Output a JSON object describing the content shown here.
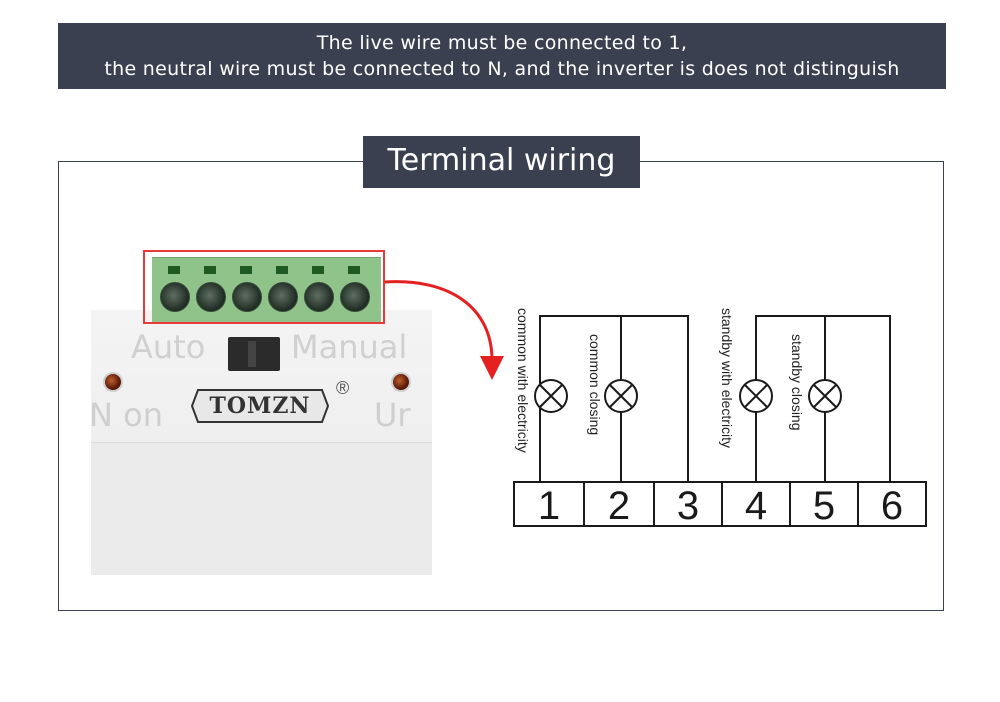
{
  "banner": {
    "line1": "The live wire must be connected to 1,",
    "line2": "the neutral wire must be connected to N, and the inverter is does not distinguish"
  },
  "section_title": "Terminal wiring",
  "device": {
    "mode_left": "Auto",
    "mode_right": "Manual",
    "side_left": "N on",
    "side_right": "Ur",
    "brand": "TOMZN",
    "registered_mark": "®"
  },
  "wiring": {
    "terminals": [
      "1",
      "2",
      "3",
      "4",
      "5",
      "6"
    ],
    "labels": {
      "common_with_electricity": "common with electricity",
      "common_closing": "common closing",
      "standby_with_electricity": "standby with electricity",
      "standby_closing": "standby closing"
    }
  },
  "colors": {
    "banner_bg": "#3b4050",
    "highlight": "#e83a3a",
    "terminal_green": "#8fc389"
  }
}
